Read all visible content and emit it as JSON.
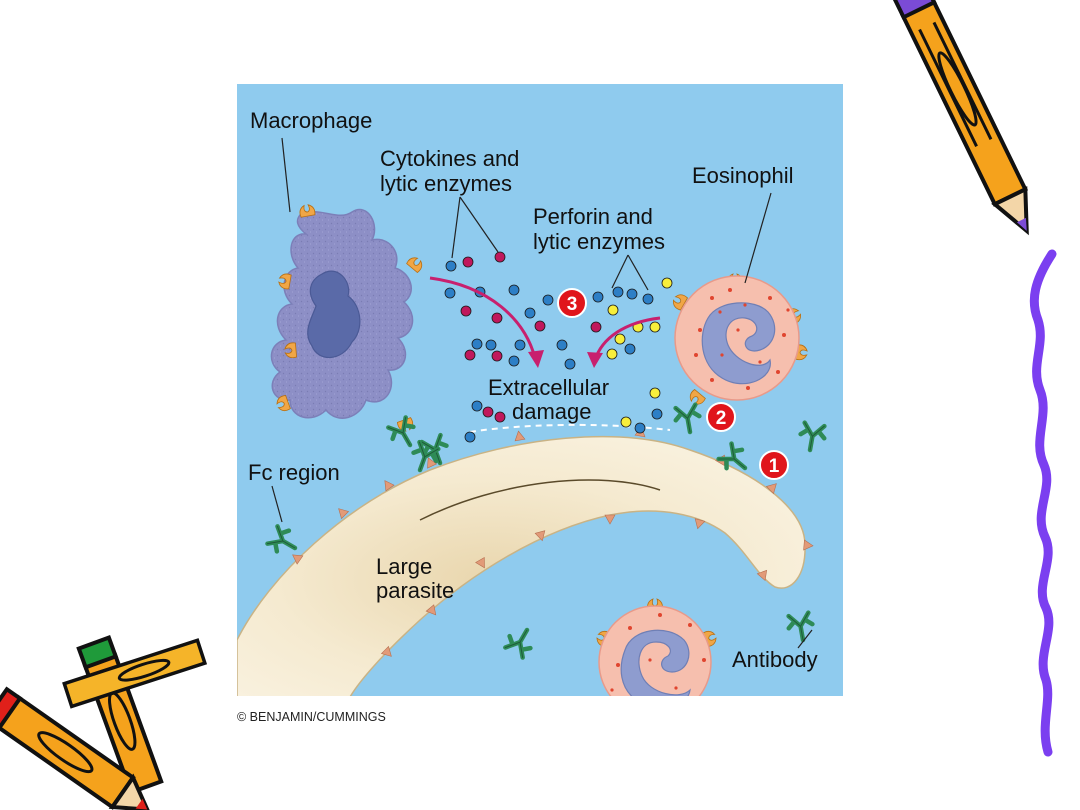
{
  "labels": {
    "macrophage": "Macrophage",
    "cytokines_line1": "Cytokines and",
    "cytokines_line2": "lytic enzymes",
    "eosinophil": "Eosinophil",
    "perforin_line1": "Perforin and",
    "perforin_line2": "lytic enzymes",
    "extracellular_line1": "Extracellular",
    "extracellular_line2": "damage",
    "fc_region": "Fc region",
    "parasite_line1": "Large",
    "parasite_line2": "parasite",
    "antibody": "Antibody"
  },
  "steps": [
    "1",
    "2",
    "3"
  ],
  "credit": "© BENJAMIN/CUMMINGS",
  "colors": {
    "panel_bg": "#8fcbee",
    "macrophage": "#8d8fc6",
    "nucleus": "#5a6aa8",
    "parasite": "#f5ecd5",
    "eosinophil": "#f6bfae",
    "receptor": "#f0a646",
    "antibody": "#2e8b57",
    "step_badge": "#e0151b",
    "arrow": "#c8206e",
    "dot_blue": "#2d7fc6",
    "dot_magenta": "#c0185c",
    "dot_yellow": "#f7ee3b"
  },
  "icons": [
    "pencil-icon",
    "crayons-icon",
    "squiggle-line-icon"
  ]
}
